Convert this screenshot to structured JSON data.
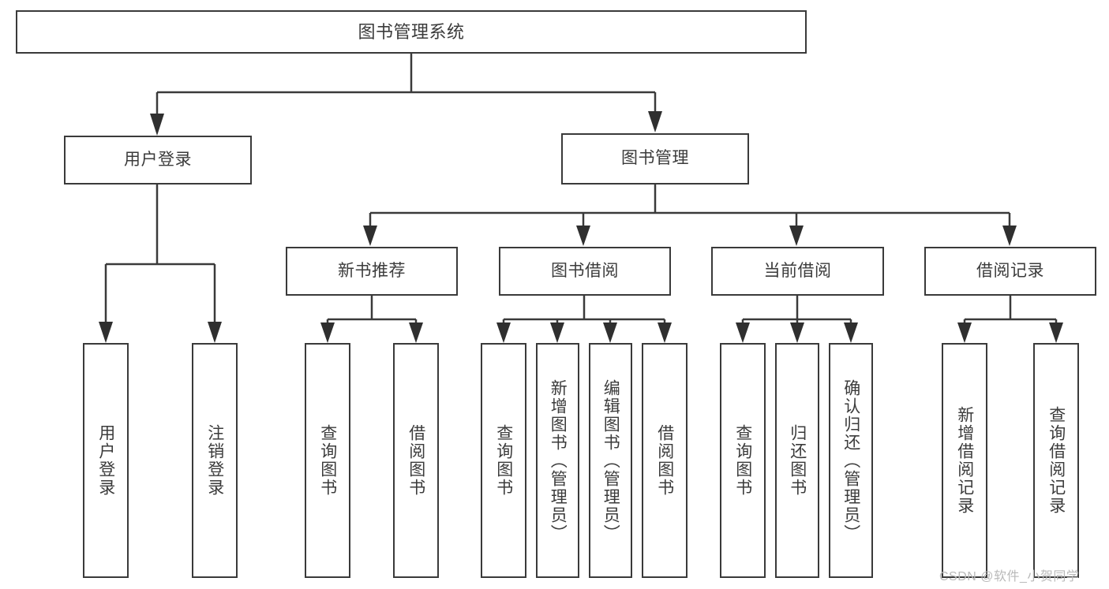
{
  "diagram": {
    "title": "图书管理系统",
    "type": "tree",
    "watermark": "CSDN @软件_小贺同学",
    "colors": {
      "stroke": "#3a3a3a",
      "text": "#3b3b3b",
      "background": "#ffffff",
      "watermark": "#b9b9b9"
    },
    "root": {
      "label": "图书管理系统"
    },
    "level1": [
      {
        "label": "用户登录"
      },
      {
        "label": "图书管理"
      }
    ],
    "level2": [
      {
        "label": "新书推荐"
      },
      {
        "label": "图书借阅"
      },
      {
        "label": "当前借阅"
      },
      {
        "label": "借阅记录"
      }
    ],
    "leaves": {
      "user_login": [
        {
          "label": "用户登录"
        },
        {
          "label": "注销登录"
        }
      ],
      "new_book": [
        {
          "label": "查询图书"
        },
        {
          "label": "借阅图书"
        }
      ],
      "book_borrow": [
        {
          "label": "查询图书"
        },
        {
          "label": "新增图书（管理员）"
        },
        {
          "label": "编辑图书（管理员）"
        },
        {
          "label": "借阅图书"
        }
      ],
      "current_borrow": [
        {
          "label": "查询图书"
        },
        {
          "label": "归还图书"
        },
        {
          "label": "确认归还（管理员）"
        }
      ],
      "borrow_record": [
        {
          "label": "新增借阅记录"
        },
        {
          "label": "查询借阅记录"
        }
      ]
    }
  }
}
